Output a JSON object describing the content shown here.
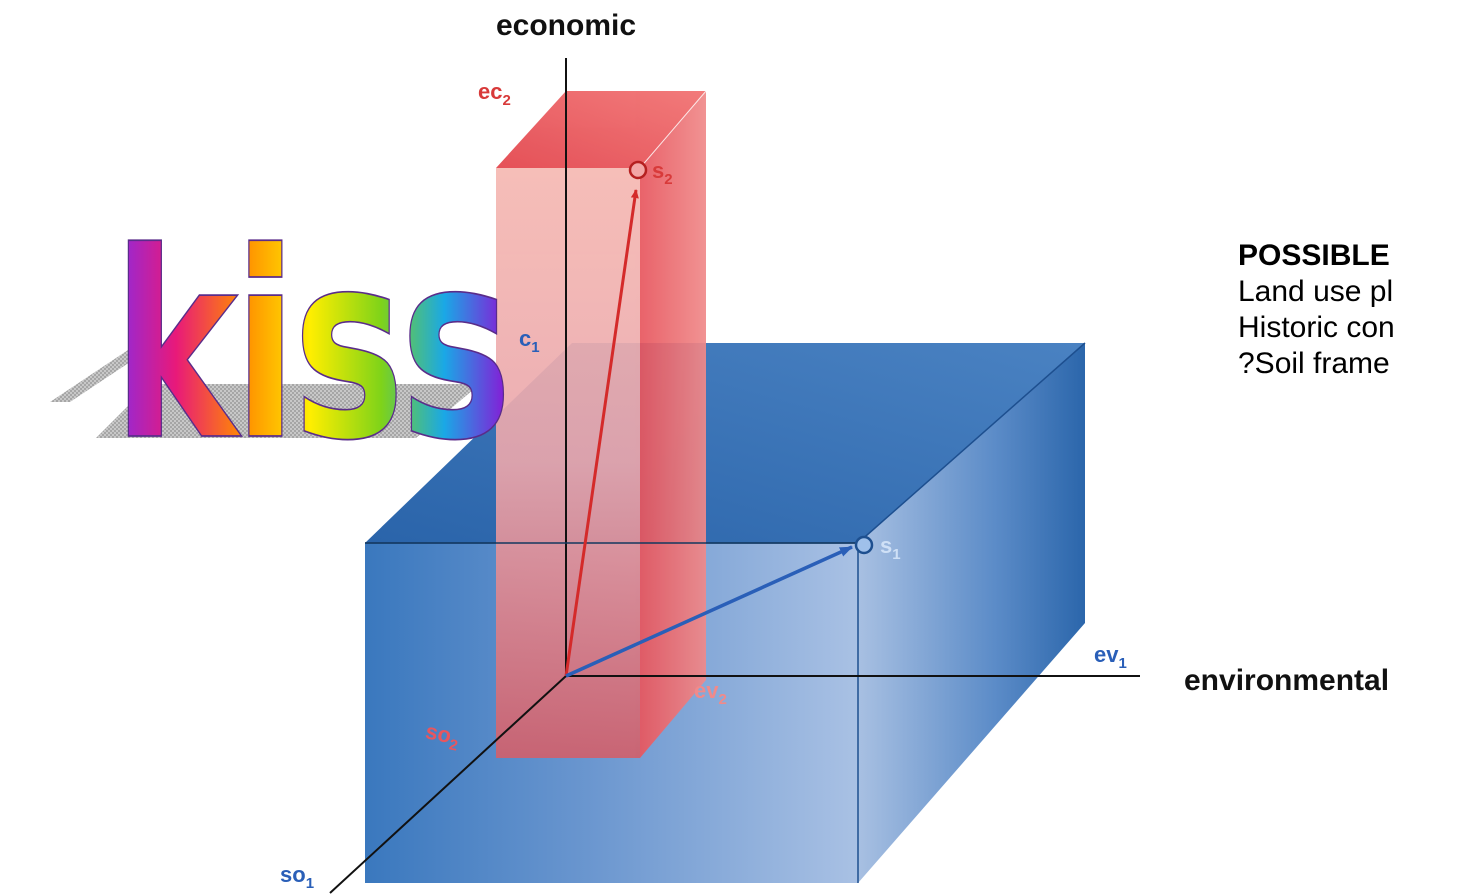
{
  "axes": {
    "economic": "economic",
    "environmental": "environmental"
  },
  "labels": {
    "ec2_main": "ec",
    "ec2_sub": "2",
    "ec1_main": "c",
    "ec1_sub": "1",
    "s2_main": "s",
    "s2_sub": "2",
    "s1_main": "s",
    "s1_sub": "1",
    "ev1_main": "ev",
    "ev1_sub": "1",
    "ev2_main": "ev",
    "ev2_sub": "2",
    "so2_main": "so",
    "so2_sub": "2",
    "so1_main": "so",
    "so1_sub": "1"
  },
  "wordart": "kiss",
  "notes": {
    "heading": "POSSIBLE",
    "lines": [
      "Land use pl",
      "Historic con",
      "?Soil frame"
    ]
  },
  "colors": {
    "red_box": "#e8404a",
    "blue_box": "#2f6cb0",
    "red_vector": "#d42a2a",
    "blue_vector": "#2a5fb8",
    "axis": "#111111"
  }
}
